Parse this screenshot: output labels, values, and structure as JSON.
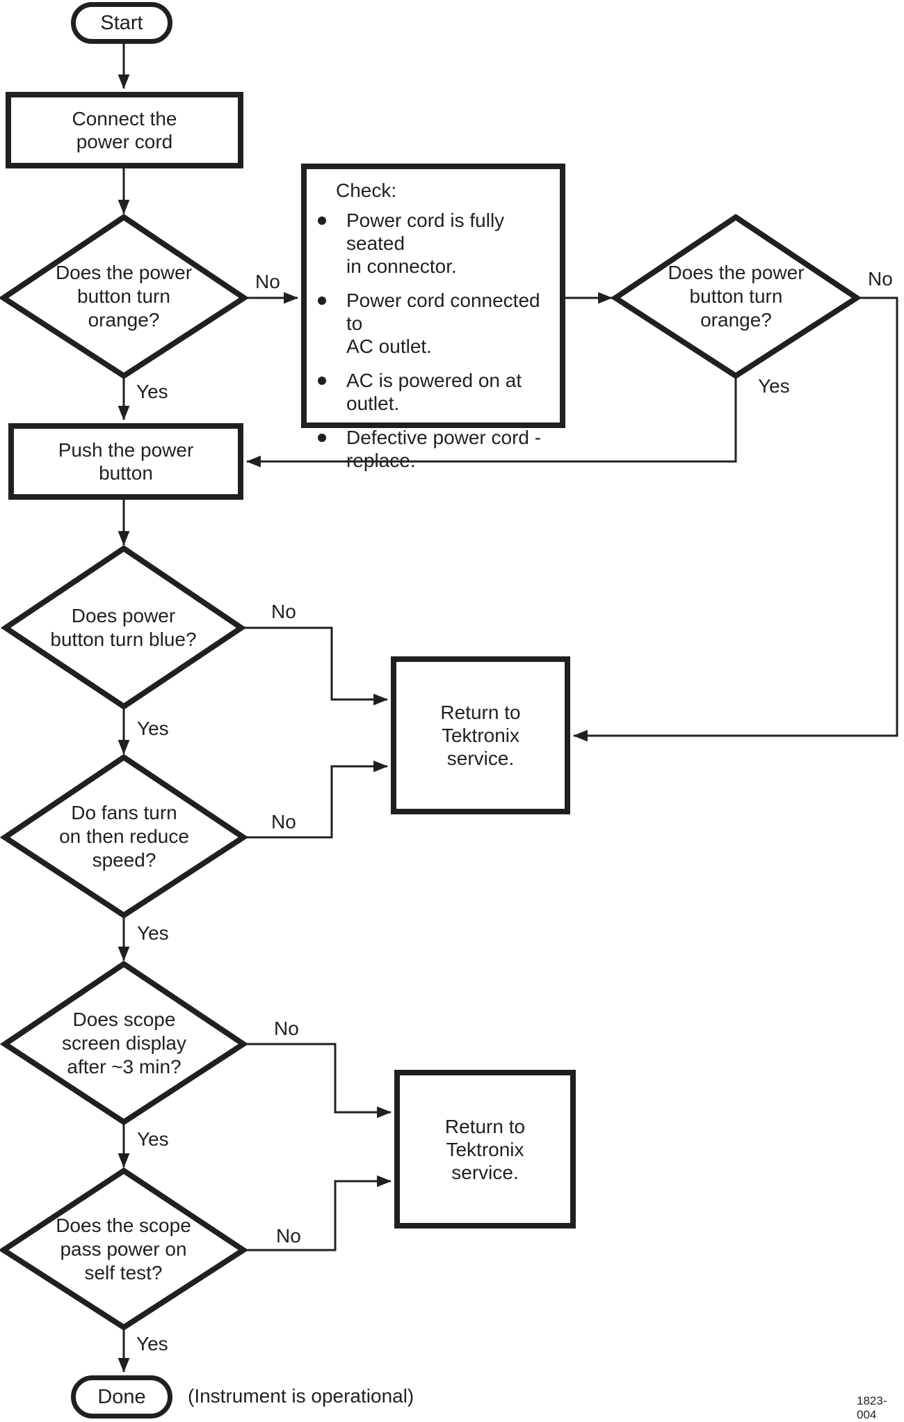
{
  "diagram": {
    "doc_number": "1823-004",
    "caption": "(Instrument is operational)",
    "line_color": "#231f20"
  },
  "nodes": {
    "start": "Start",
    "connect_power_cord": "Connect the\npower cord",
    "power_button_orange_1": "Does the power\nbutton turn\norange?",
    "power_button_orange_2": "Does the power\nbutton turn\norange?",
    "push_power_button": "Push the power\nbutton",
    "power_button_blue": "Does power\nbutton turn blue?",
    "return_service_1": "Return to\nTektronix\nservice.",
    "fans_reduce_speed": "Do fans turn\non then reduce\nspeed?",
    "screen_display": "Does scope\nscreen display\nafter ~3 min?",
    "return_service_2": "Return to\nTektronix\nservice.",
    "self_test": "Does the scope\npass power on\nself test?",
    "done": "Done"
  },
  "check": {
    "title": "Check:",
    "items": [
      "Power cord is fully seated\nin connector.",
      "Power cord connected to\nAC outlet.",
      "AC is powered on at\noutlet.",
      "Defective power cord -\nreplace."
    ]
  },
  "branch_labels": {
    "orange1_no": "No",
    "orange1_yes": "Yes",
    "orange2_no": "No",
    "orange2_yes": "Yes",
    "blue_no": "No",
    "blue_yes": "Yes",
    "fans_no": "No",
    "fans_yes": "Yes",
    "screen_no": "No",
    "screen_yes": "Yes",
    "selftest_no": "No",
    "selftest_yes": "Yes"
  }
}
